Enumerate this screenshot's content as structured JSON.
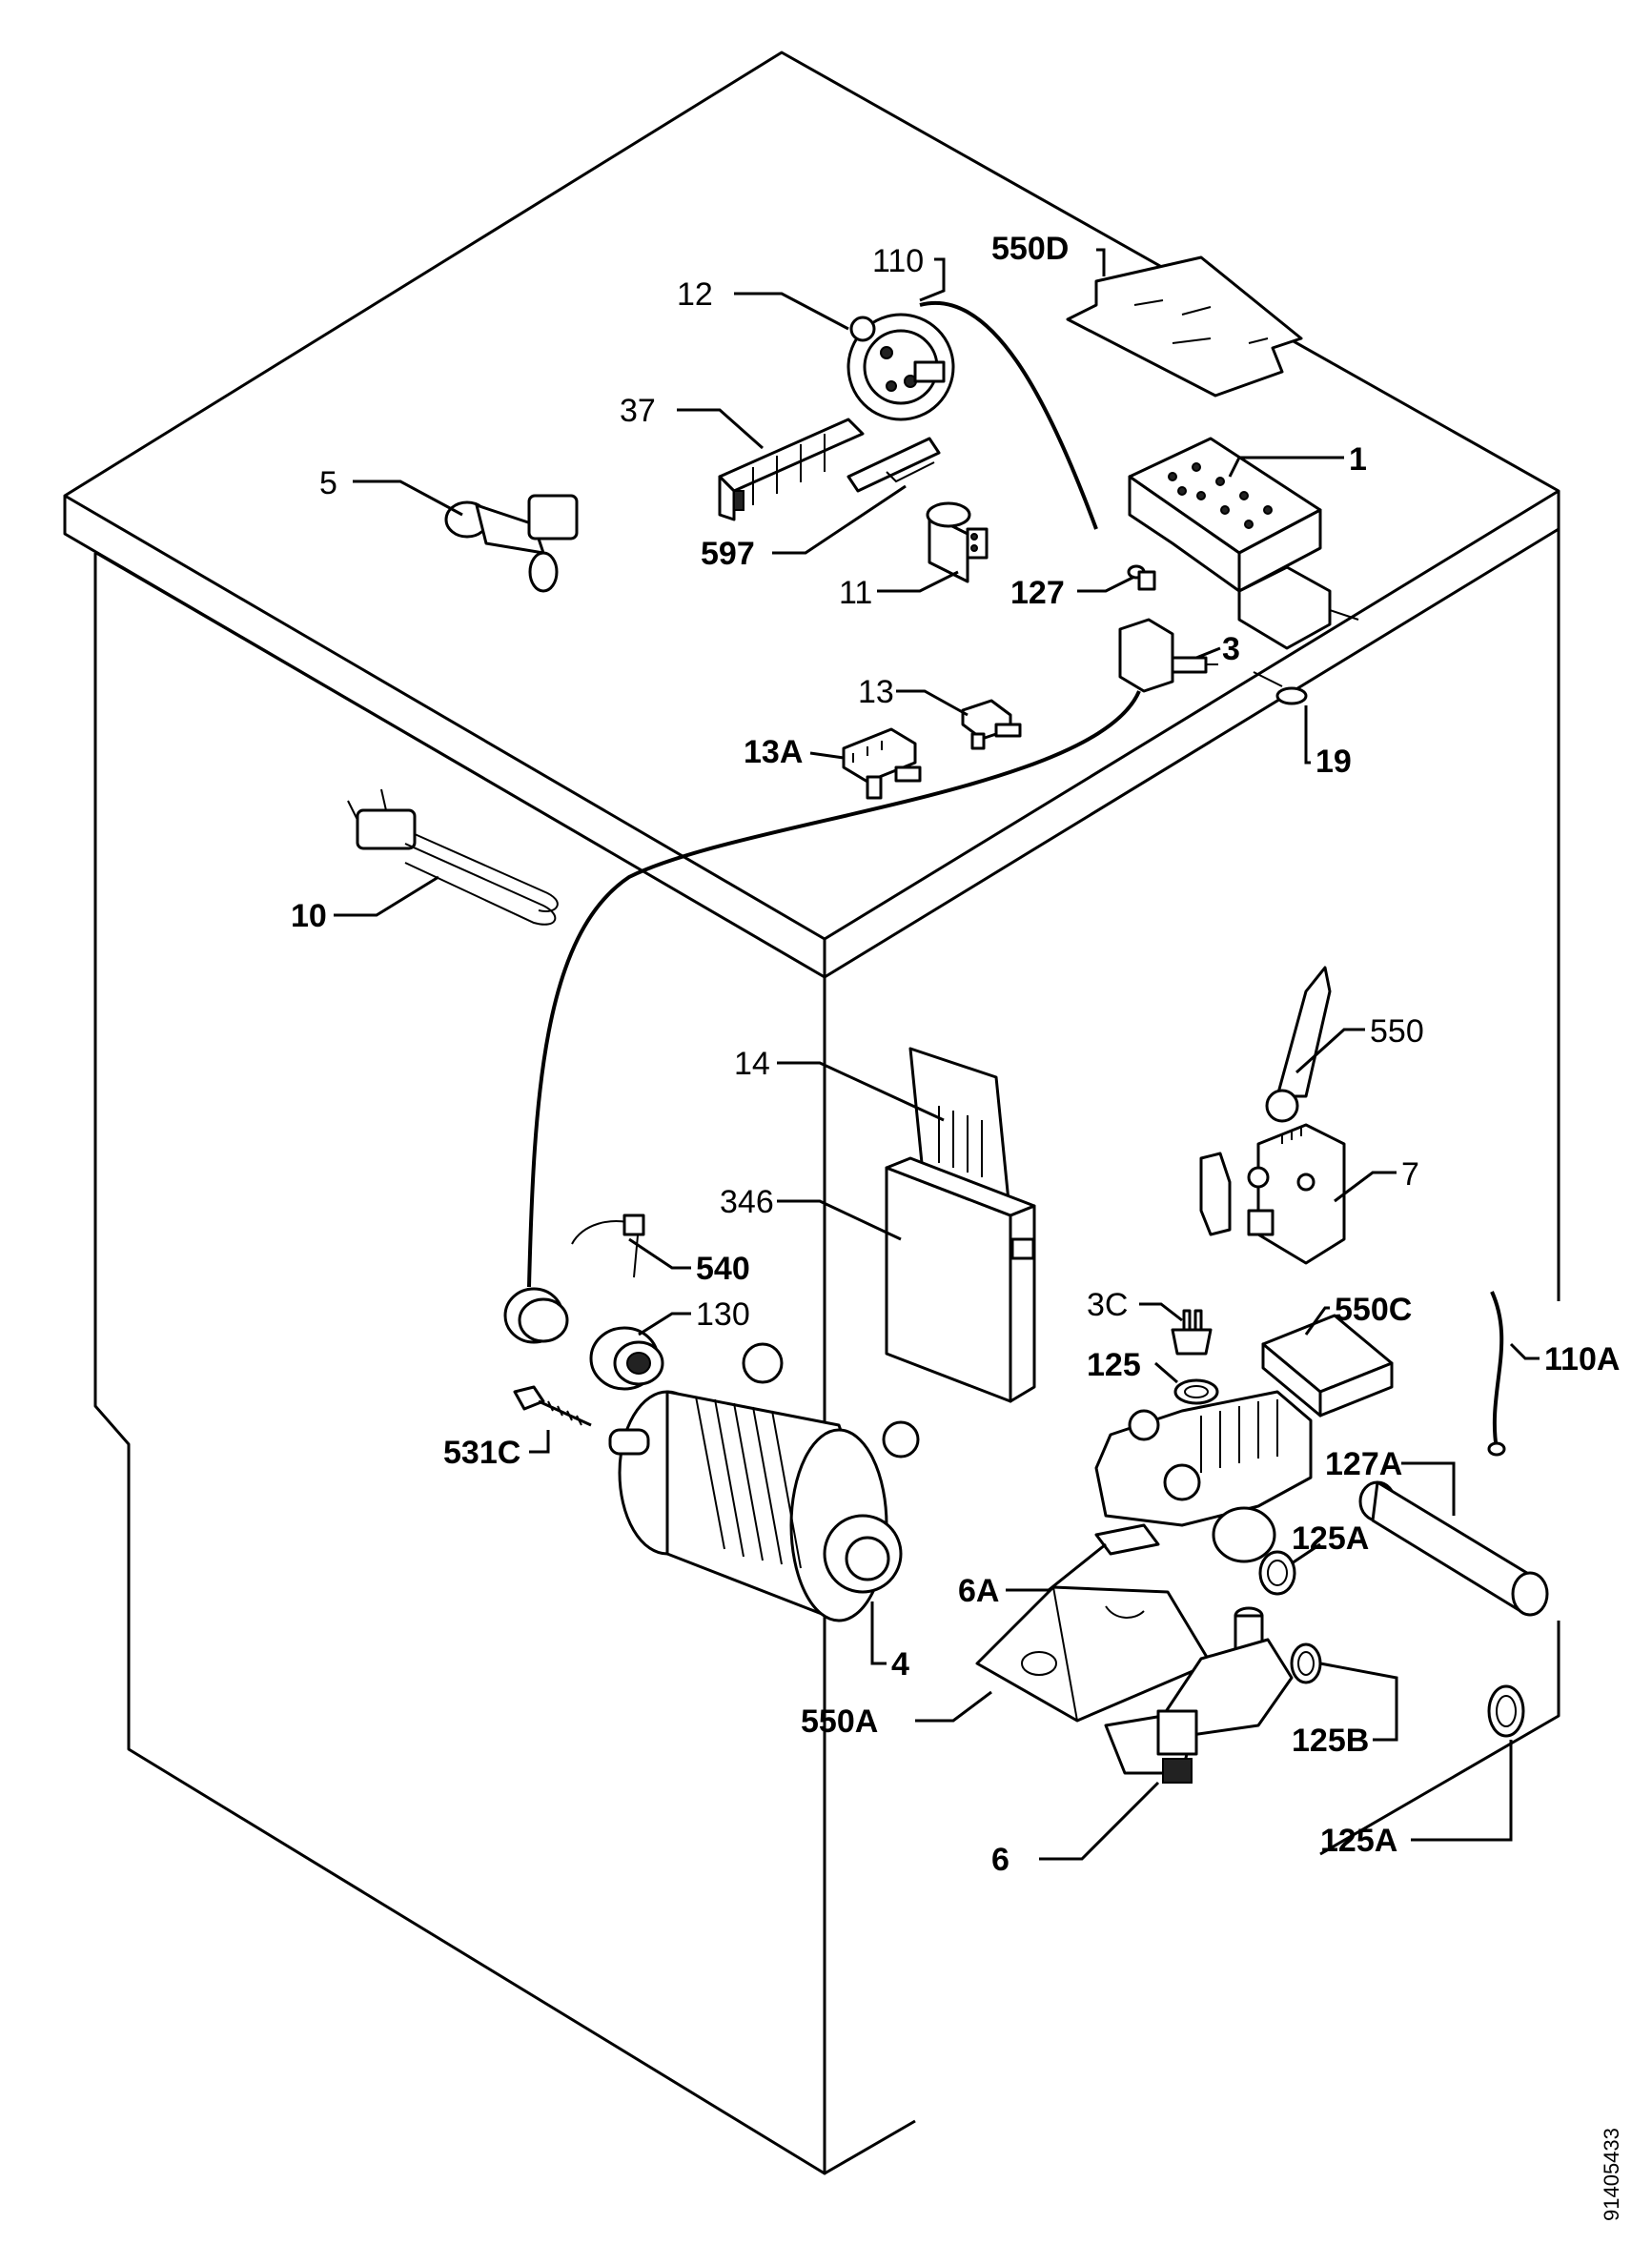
{
  "labels": {
    "p1": "1",
    "p3": "3",
    "p3c": "3C",
    "p4": "4",
    "p5": "5",
    "p6": "6",
    "p6a": "6A",
    "p7": "7",
    "p10": "10",
    "p11": "11",
    "p12": "12",
    "p13": "13",
    "p13a": "13A",
    "p14": "14",
    "p19": "19",
    "p37": "37",
    "p110": "110",
    "p110a": "110A",
    "p125": "125",
    "p125a_upper": "125A",
    "p125a_lower": "125A",
    "p125b": "125B",
    "p127": "127",
    "p127a": "127A",
    "p130": "130",
    "p346": "346",
    "p531c": "531C",
    "p540": "540",
    "p550": "550",
    "p550a": "550A",
    "p550c": "550C",
    "p550d": "550D",
    "p597": "597"
  },
  "document_number": "91405433"
}
